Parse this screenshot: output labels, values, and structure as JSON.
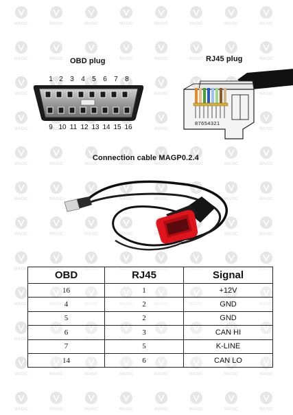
{
  "watermark": {
    "text": "MAGIC",
    "color": "#e6e6e6"
  },
  "obd_plug": {
    "title": "OBD plug",
    "top_pins": [
      "1",
      "2",
      "3",
      "4",
      "5",
      "6",
      "7",
      "8"
    ],
    "bottom_pins": [
      "9",
      "10",
      "11",
      "12",
      "13",
      "14",
      "15",
      "16"
    ]
  },
  "rj45_plug": {
    "title": "RJ45 plug",
    "pin_numbers": "87654321"
  },
  "cable": {
    "title": "Connection cable MAGP0.2.4"
  },
  "table": {
    "headers": [
      "OBD",
      "RJ45",
      "Signal"
    ],
    "rows": [
      [
        "16",
        "1",
        "+12V"
      ],
      [
        "4",
        "2",
        "GND"
      ],
      [
        "5",
        "2",
        "GND"
      ],
      [
        "6",
        "3",
        "CAN HI"
      ],
      [
        "7",
        "5",
        "K-LINE"
      ],
      [
        "14",
        "6",
        "CAN LO"
      ]
    ]
  }
}
